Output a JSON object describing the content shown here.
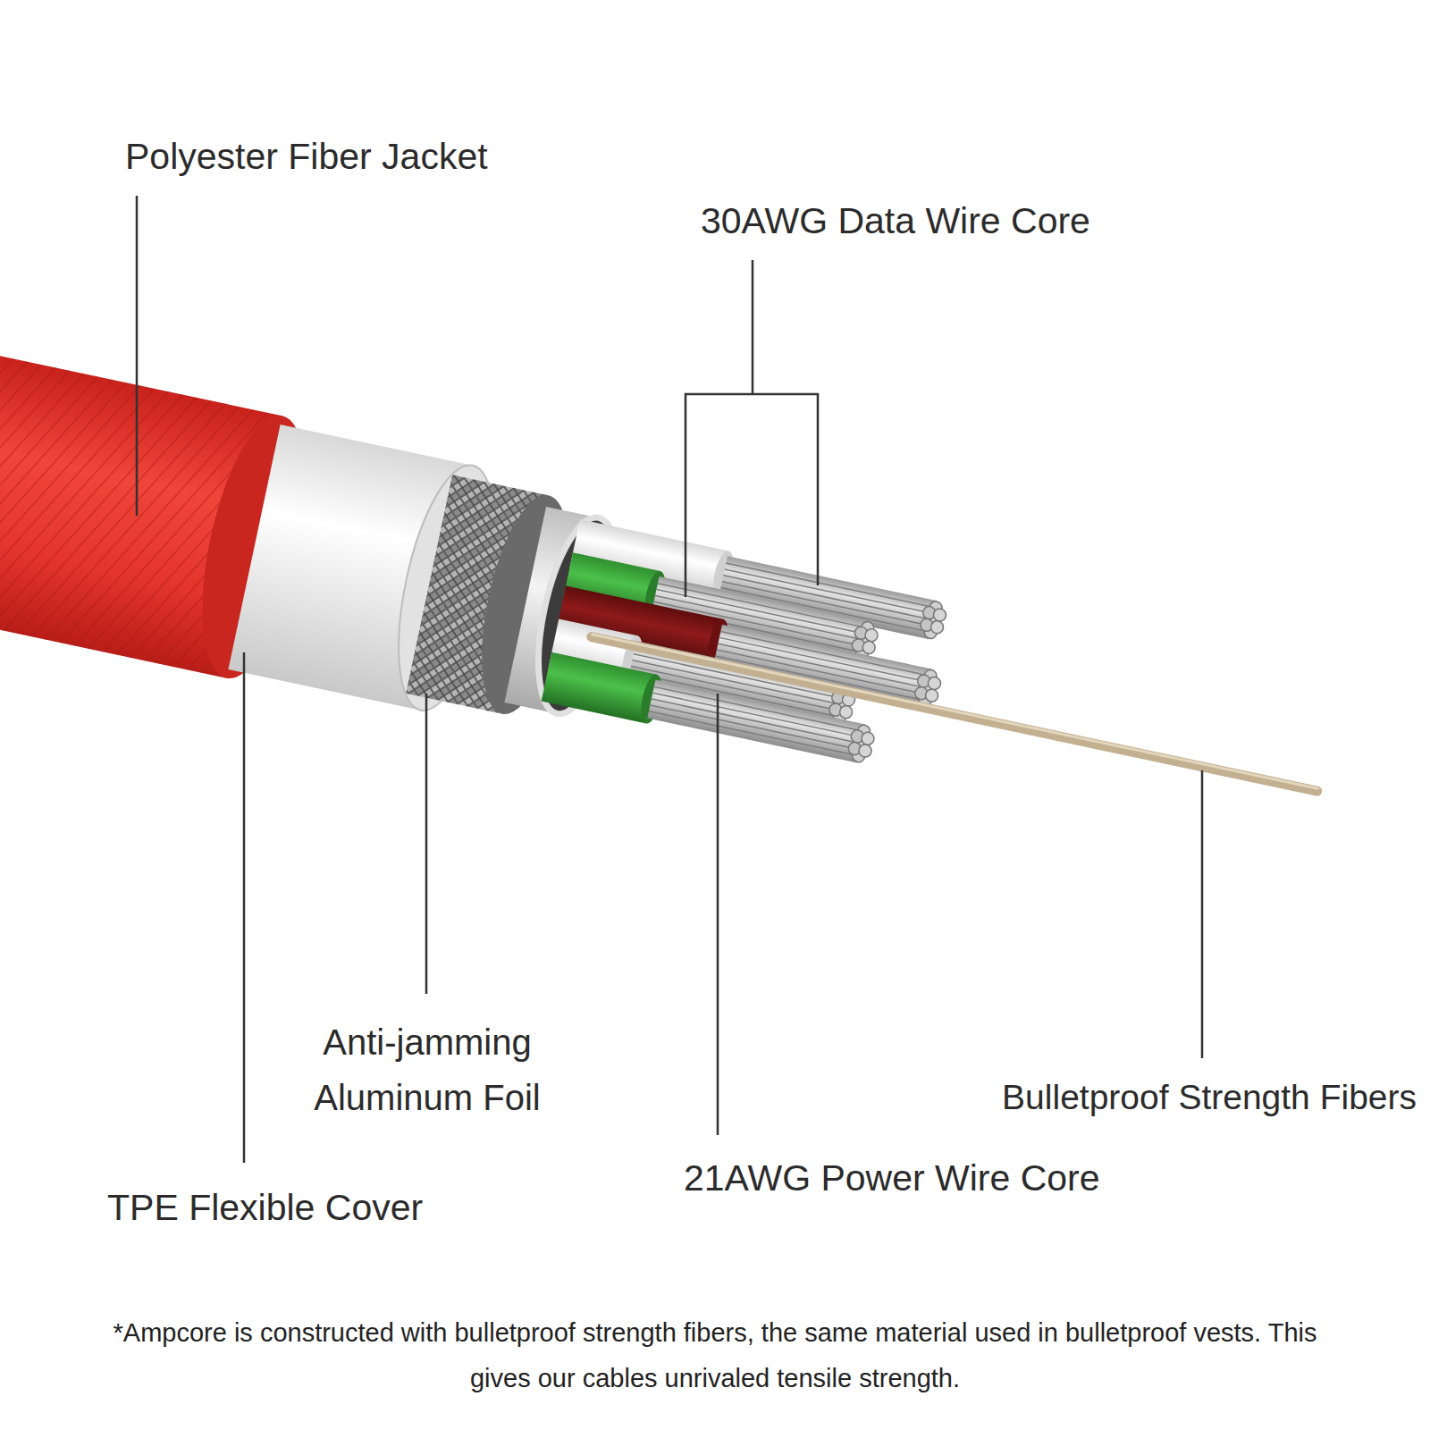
{
  "diagram": {
    "caption": "*Ampcore is constructed with bulletproof strength fibers, the same material used in bulletproof vests. This gives our cables unrivaled tensile strength.",
    "labels": [
      "Polyester Fiber Jacket",
      "30AWG Data Wire Core",
      "Anti-jamming Aluminum Foil",
      "Bulletproof Strength Fibers",
      "21AWG Power Wire Core",
      "TPE Flexible Cover"
    ]
  }
}
